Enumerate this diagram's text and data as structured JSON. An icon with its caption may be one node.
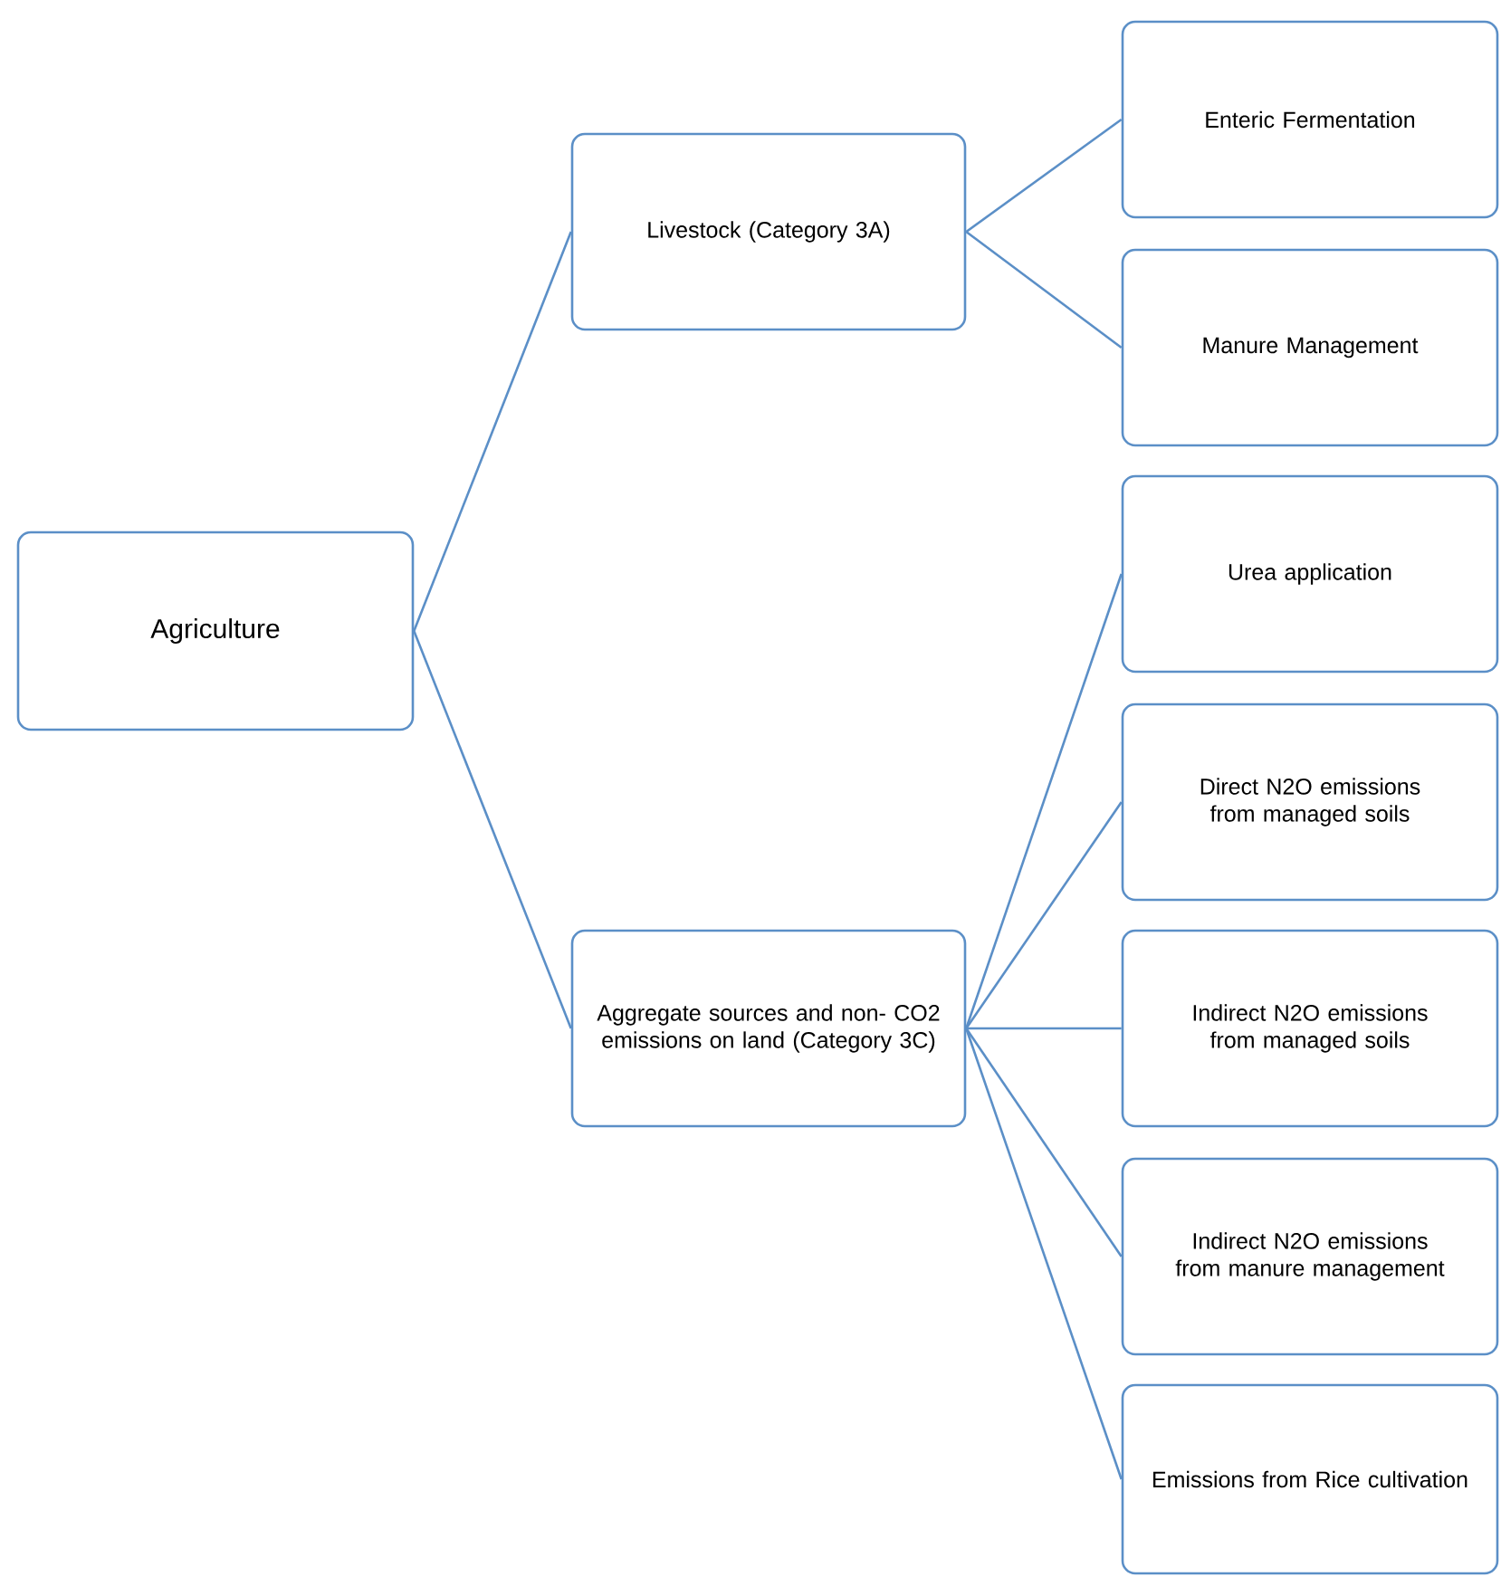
{
  "diagram": {
    "nodes": [
      {
        "text": [
          "Agriculture"
        ]
      },
      {
        "text": [
          "Livestock (Category 3A)"
        ]
      },
      {
        "text": [
          "Aggregate sources and non- CO2 emissions on land (Category 3C)"
        ]
      },
      {
        "text": [
          "Enteric Fermentation"
        ]
      },
      {
        "text": [
          "Manure Management"
        ]
      },
      {
        "text": [
          "Urea application"
        ]
      },
      {
        "text": [
          "Direct N2O emissions from managed soils"
        ]
      },
      {
        "text": [
          "Indirect N2O emissions from managed soils"
        ]
      },
      {
        "text": [
          "Indirect N2O emissions from manure management"
        ]
      },
      {
        "text": [
          "Emissions from Rice cultivation"
        ]
      }
    ],
    "edges": [
      {
        "from": 0,
        "to": 1,
        "arrow": "none"
      },
      {
        "from": 0,
        "to": 2,
        "arrow": "none"
      },
      {
        "from": 1,
        "to": 3,
        "arrow": "none"
      },
      {
        "from": 1,
        "to": 4,
        "arrow": "none"
      },
      {
        "from": 2,
        "to": 5,
        "arrow": "none"
      },
      {
        "from": 2,
        "to": 6,
        "arrow": "none"
      },
      {
        "from": 2,
        "to": 7,
        "arrow": "none"
      },
      {
        "from": 2,
        "to": 8,
        "arrow": "none"
      },
      {
        "from": 2,
        "to": 9,
        "arrow": "none"
      }
    ]
  }
}
